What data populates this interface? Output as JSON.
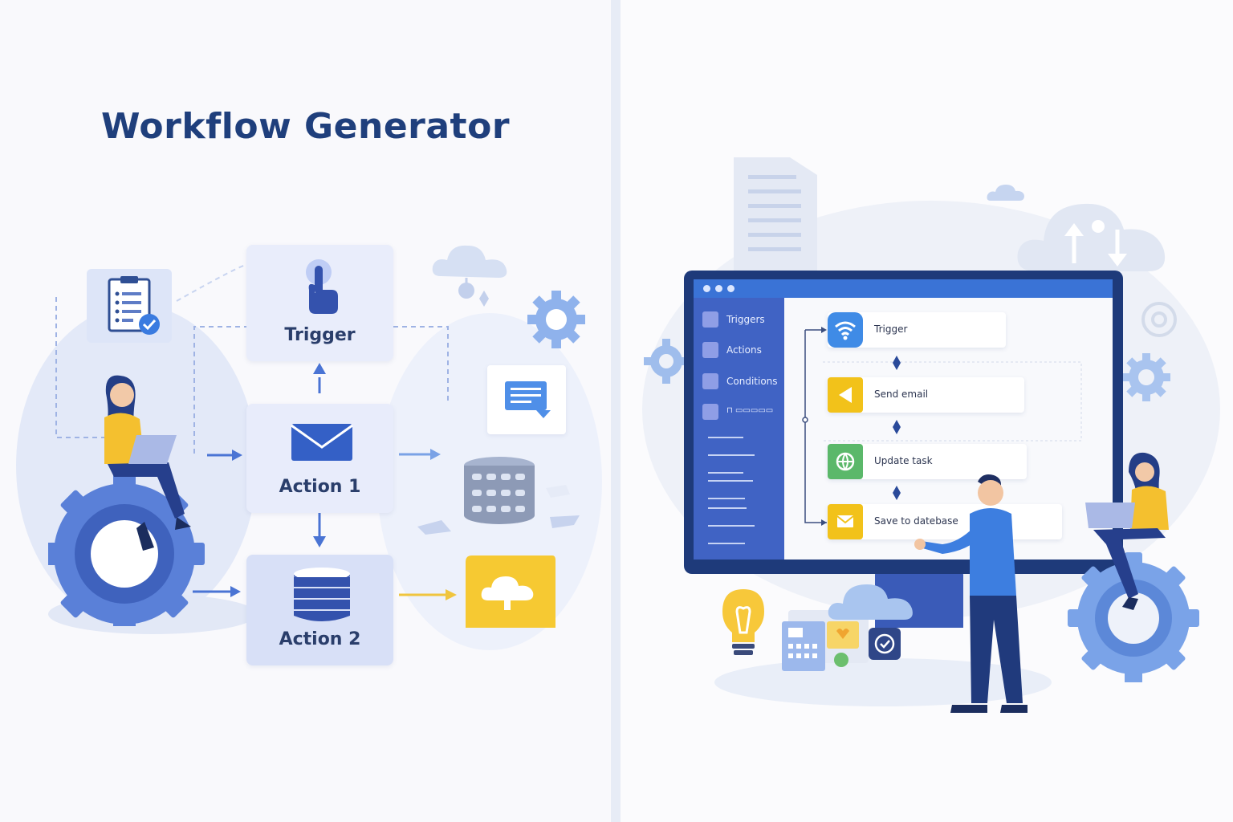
{
  "title": "Workflow Generator",
  "left_diagram": {
    "nodes": [
      {
        "label": "Trigger",
        "icon": "pointer-hand-icon"
      },
      {
        "label": "Action 1",
        "icon": "envelope-icon"
      },
      {
        "label": "Action 2",
        "icon": "database-icon"
      }
    ],
    "side_icons": [
      "clipboard-checklist-icon",
      "message-card-icon",
      "database-stack-icon",
      "cloud-folder-icon",
      "gear-icon",
      "cloud-icon"
    ]
  },
  "app_window": {
    "sidebar": {
      "items": [
        {
          "label": "Triggers"
        },
        {
          "label": "Actions"
        },
        {
          "label": "Conditions"
        },
        {
          "label": "⊓ ▭▭▭▭▭"
        }
      ]
    },
    "flow": {
      "nodes": [
        {
          "label": "Trigger",
          "icon": "wifi-icon",
          "color": "#3f8be6"
        },
        {
          "label": "Send email",
          "icon": "send-icon",
          "color": "#f2c21a"
        },
        {
          "label": "Update task",
          "icon": "globe-icon",
          "color": "#5bb86a"
        },
        {
          "label": "Save to datebase",
          "icon": "mail-icon",
          "color": "#f2c21a"
        }
      ]
    }
  },
  "colors": {
    "title": "#1f3f7c",
    "primary_blue": "#3d6ad0",
    "sidebar": "#4063c4",
    "monitor_frame": "#1e3a7a",
    "accent_yellow": "#f4c430",
    "card_bg": "#e8ecfb"
  }
}
